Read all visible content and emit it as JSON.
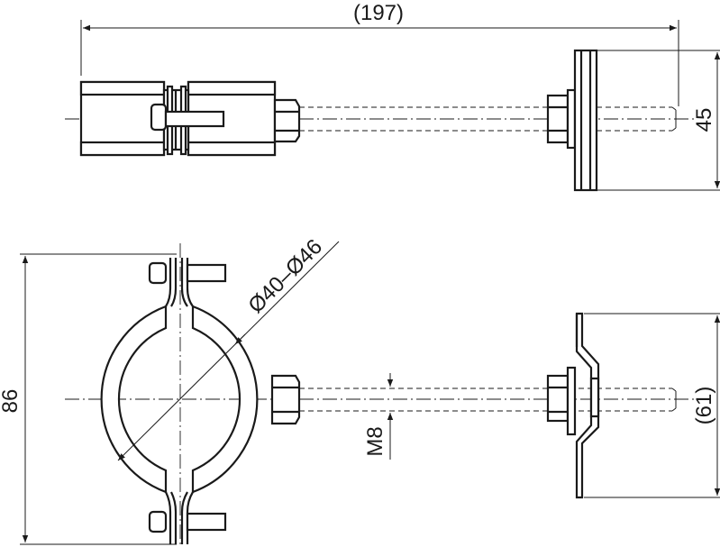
{
  "dimensions": {
    "overall_length": "(197)",
    "plate_height": "45",
    "clamp_height": "86",
    "pipe_diameter": "Ø40–Ø46",
    "thread": "M8",
    "bracket_height": "(61)"
  },
  "colors": {
    "line": "#1a1a1a",
    "background": "#ffffff"
  }
}
